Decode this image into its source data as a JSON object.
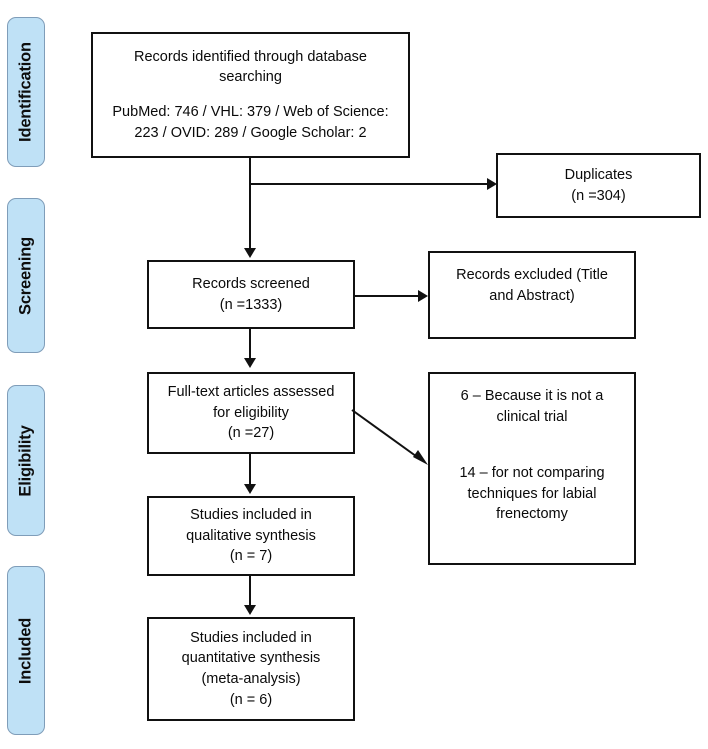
{
  "diagram": {
    "type": "prisma-flow-diagram",
    "stages": [
      {
        "id": "identification",
        "label": "Identification"
      },
      {
        "id": "screening",
        "label": "Screening"
      },
      {
        "id": "eligibility",
        "label": "Eligibility"
      },
      {
        "id": "included",
        "label": "Included"
      }
    ],
    "nodes": {
      "records_identified": {
        "title_line1": "Records identified through database",
        "title_line2": "searching",
        "sources_line1": "PubMed: 746 / VHL: 379 / Web of Science:",
        "sources_line2": "223 / OVID: 289 / Google Scholar: 2"
      },
      "duplicates": {
        "line1": "Duplicates",
        "line2": "(n =304)"
      },
      "records_screened": {
        "line1": "Records screened",
        "line2": "(n =1333)"
      },
      "records_excluded": {
        "line1": "Records excluded (Title",
        "line2": "and Abstract)"
      },
      "fulltext_assessed": {
        "line1": "Full-text articles assessed",
        "line2": "for eligibility",
        "line3": "(n =27)"
      },
      "fulltext_excluded": {
        "reason1_line1": "6 – Because it is not a",
        "reason1_line2": "clinical trial",
        "reason2_line1": "14 – for not comparing",
        "reason2_line2": "techniques for labial",
        "reason2_line3": "frenectomy"
      },
      "qualitative": {
        "line1": "Studies included in",
        "line2": "qualitative synthesis",
        "line3": "(n = 7)"
      },
      "quantitative": {
        "line1": "Studies included in",
        "line2": "quantitative synthesis",
        "line3": "(meta-analysis)",
        "line4": "(n = 6)"
      }
    },
    "counts": {
      "pubmed": 746,
      "vhl": 379,
      "web_of_science": 223,
      "ovid": 289,
      "google_scholar": 2,
      "duplicates": 304,
      "records_screened": 1333,
      "fulltext_assessed": 27,
      "excluded_not_clinical_trial": 6,
      "excluded_not_comparing_techniques": 14,
      "qualitative_synthesis": 7,
      "quantitative_synthesis": 6
    },
    "colors": {
      "stage_fill": "#bfe1f6",
      "stage_border": "#7f9db9",
      "node_border": "#111111",
      "node_fill": "#ffffff",
      "text": "#0a0a0a"
    }
  }
}
